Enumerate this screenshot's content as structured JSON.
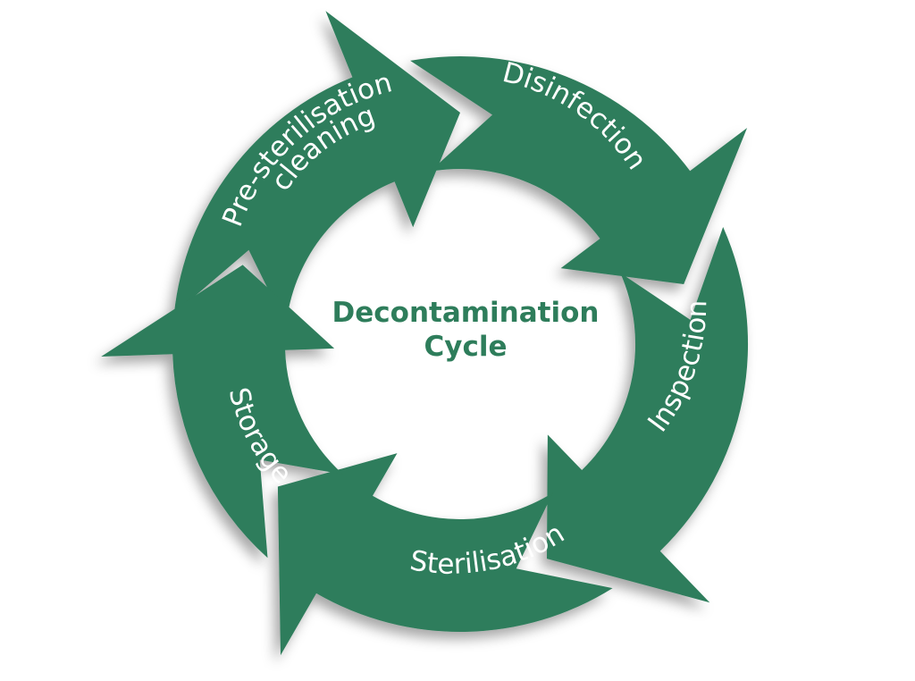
{
  "colors": {
    "green": "#2e7d5b",
    "shadow": "#1f5a40",
    "text": "#ffffff"
  },
  "center": {
    "line1": "Decontamination",
    "line2": "Cycle"
  },
  "stages": [
    {
      "id": "pre-sterilisation-cleaning",
      "label_line1": "Pre-sterilisation",
      "label_line2": "cleaning"
    },
    {
      "id": "disinfection",
      "label_line1": "Disinfection",
      "label_line2": ""
    },
    {
      "id": "inspection",
      "label_line1": "Inspection",
      "label_line2": ""
    },
    {
      "id": "sterilisation",
      "label_line1": "Sterilisation",
      "label_line2": ""
    },
    {
      "id": "storage",
      "label_line1": "Storage",
      "label_line2": ""
    }
  ]
}
